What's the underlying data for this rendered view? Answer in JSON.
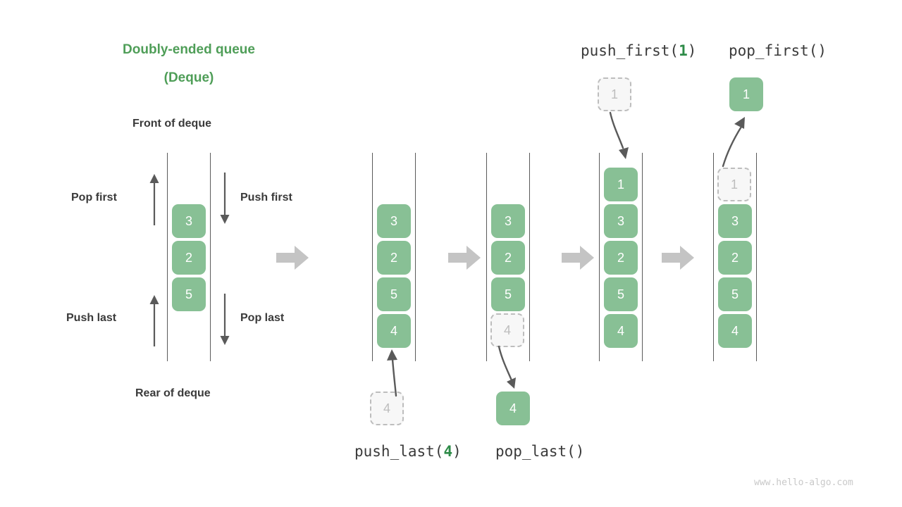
{
  "diagram": {
    "title_line1": "Doubly-ended queue",
    "title_line2": "(Deque)",
    "front_label": "Front of deque",
    "rear_label": "Rear of deque",
    "watermark": "www.hello-algo.com",
    "accent_green": "#88c095",
    "title_green": "#4f9e58",
    "mono_green": "#2e8b48",
    "ghost_gray": "#bdbdbd",
    "rail_gray": "#5a5a5a",
    "step_arrow_gray": "#c4c4c4",
    "text_dark": "#3a3a3a"
  },
  "legend": {
    "pop_first": "Pop first",
    "push_first": "Push first",
    "push_last": "Push last",
    "pop_last": "Pop last"
  },
  "operations": {
    "push_last": {
      "name": "push_last(",
      "arg": "4",
      "close": ")"
    },
    "pop_last": {
      "name": "pop_last()"
    },
    "push_first": {
      "name": "push_first(",
      "arg": "1",
      "close": ")"
    },
    "pop_first": {
      "name": "pop_first()"
    }
  },
  "stacks": [
    {
      "id": "initial",
      "caption": "",
      "cells": [
        {
          "value": "3",
          "state": "filled"
        },
        {
          "value": "2",
          "state": "filled"
        },
        {
          "value": "5",
          "state": "filled"
        }
      ]
    },
    {
      "id": "after-push-last",
      "caption": "push_last(4)",
      "cells": [
        {
          "value": "3",
          "state": "filled"
        },
        {
          "value": "2",
          "state": "filled"
        },
        {
          "value": "5",
          "state": "filled"
        },
        {
          "value": "4",
          "state": "filled"
        }
      ],
      "incoming_cell": {
        "value": "4",
        "state": "ghost"
      }
    },
    {
      "id": "after-pop-last",
      "caption": "pop_last()",
      "cells": [
        {
          "value": "3",
          "state": "filled"
        },
        {
          "value": "2",
          "state": "filled"
        },
        {
          "value": "5",
          "state": "filled"
        },
        {
          "value": "4",
          "state": "ghost"
        }
      ],
      "outgoing_cell": {
        "value": "4",
        "state": "filled"
      }
    },
    {
      "id": "after-push-first",
      "caption": "push_first(1)",
      "cells": [
        {
          "value": "1",
          "state": "filled"
        },
        {
          "value": "3",
          "state": "filled"
        },
        {
          "value": "2",
          "state": "filled"
        },
        {
          "value": "5",
          "state": "filled"
        },
        {
          "value": "4",
          "state": "filled"
        }
      ],
      "incoming_cell": {
        "value": "1",
        "state": "ghost"
      }
    },
    {
      "id": "after-pop-first",
      "caption": "pop_first()",
      "cells": [
        {
          "value": "1",
          "state": "ghost"
        },
        {
          "value": "3",
          "state": "filled"
        },
        {
          "value": "2",
          "state": "filled"
        },
        {
          "value": "5",
          "state": "filled"
        },
        {
          "value": "4",
          "state": "filled"
        }
      ],
      "outgoing_cell": {
        "value": "1",
        "state": "filled"
      }
    }
  ]
}
